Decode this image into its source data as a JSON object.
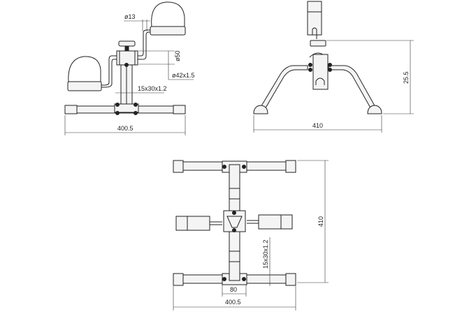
{
  "front_view": {
    "width_dim": "400.5",
    "crank_dia_dim": "ø13",
    "hub_dia_dim": "ø50",
    "tube_dim": "ø42x1.5",
    "column_dim": "15x30x1.2"
  },
  "side_view": {
    "width_dim": "410",
    "height_dim": "25.5"
  },
  "top_view": {
    "length_dim": "410",
    "plate_dim": "80",
    "width_dim": "400.5",
    "tube_dim": "15x30x1.2"
  }
}
